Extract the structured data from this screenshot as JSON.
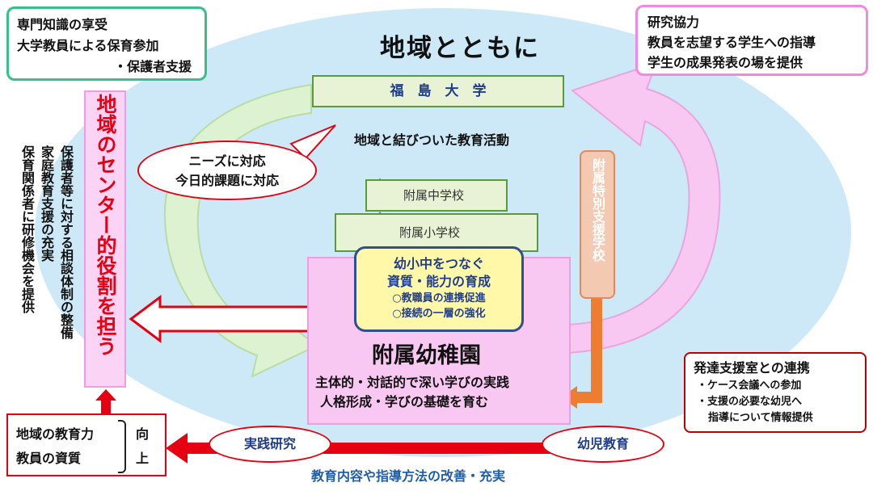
{
  "title": "地域とともに",
  "university": "福　島　大　学",
  "tl_box": {
    "lines": [
      "専門知識の享受",
      "大学教員による保育参加",
      "・保護者支援"
    ]
  },
  "tr_box": {
    "lines": [
      "研究協力",
      "教員を志望する学生への指導",
      "学生の成果発表の場を提供"
    ]
  },
  "community_education": "地域と結びついた教育活動",
  "needs_bubble": {
    "lines": [
      "ニーズに対応",
      "今日的課題に対応"
    ]
  },
  "center_role": "地域のセンター的役割を担う",
  "support_text": [
    "保護者等に対する相談体制の整備",
    "家庭教育支援の充実",
    "保育関係者に研修機会を提供"
  ],
  "junior_high": "附属中学校",
  "elementary": "附属小学校",
  "special_school": "附属特別支援学校",
  "yellow_box": {
    "title1": "幼小中をつなぐ",
    "title2": "資質・能力の育成",
    "item1": "○教職員の連携促進",
    "item2": "○接続の一層の強化"
  },
  "kindergarten": {
    "name": "附属幼稚園",
    "line1": "主体的・対話的で深い学びの実践",
    "line2": "人格形成・学びの基礎を育む"
  },
  "dev_support": {
    "title": "発達支援室との連携",
    "items": [
      "・ケース会議への参加",
      "・支援の必要な幼児へ",
      "指導について情報提供"
    ]
  },
  "bottom_left": {
    "line1": "地域の教育力",
    "line2": "教員の資質",
    "right1": "向",
    "right2": "上"
  },
  "practice_research": "実践研究",
  "early_childhood": "幼児教育",
  "bottom_caption": "教育内容や指導方法の改善・充実",
  "colors": {
    "ellipse": "#cde9f8",
    "pink": "#f9c8f2",
    "red": "#e60012",
    "green": "#5a9a3c",
    "yellow": "#fff8a8",
    "orange": "#ed7d31",
    "blue": "#1f5fa8"
  }
}
